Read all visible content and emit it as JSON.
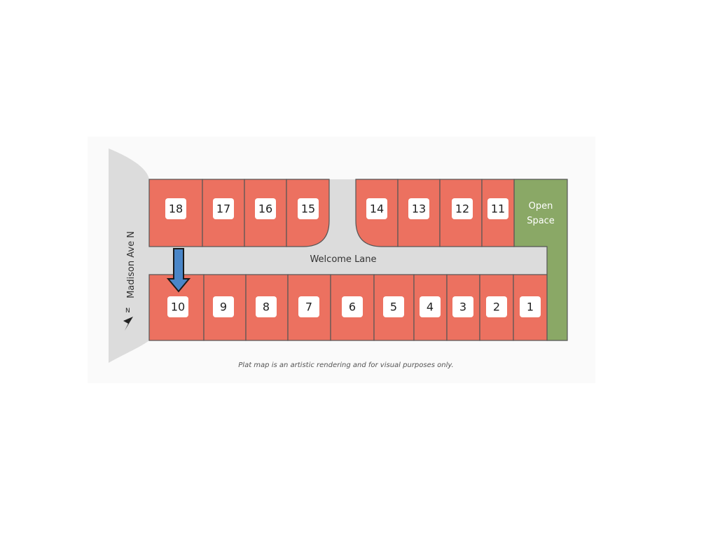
{
  "map": {
    "streets": {
      "main_road": "Madison Ave N",
      "lane": "Welcome Lane"
    },
    "north_label": "N",
    "open_space": [
      "Open",
      "Space"
    ],
    "disclaimer": "Plat map is an artistic rendering and for visual purposes only.",
    "highlighted_lot": "10",
    "colors": {
      "lot_fill": "#ec7160",
      "road": "#dcdcdc",
      "open_space": "#8aa866",
      "arrow": "#4a86c8"
    },
    "north_row_lots": [
      "18",
      "17",
      "16",
      "15",
      "14",
      "13",
      "12",
      "11"
    ],
    "south_row_lots": [
      "10",
      "9",
      "8",
      "7",
      "6",
      "5",
      "4",
      "3",
      "2",
      "1"
    ]
  }
}
